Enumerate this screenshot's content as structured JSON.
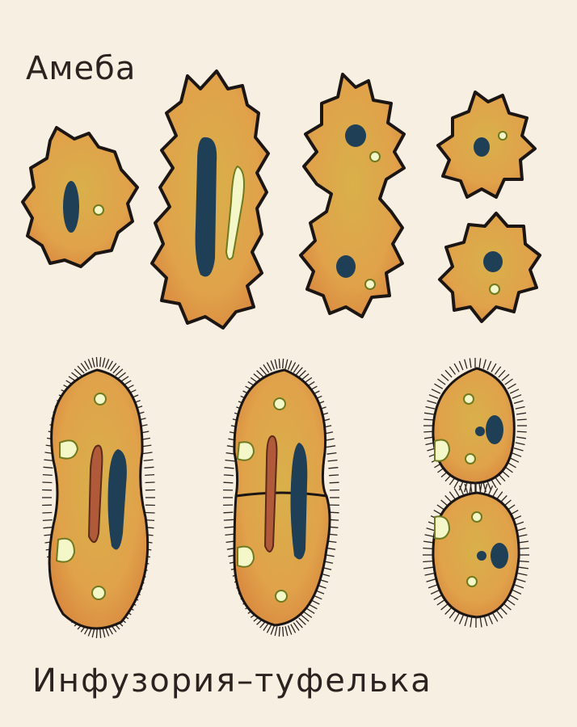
{
  "labels": {
    "amoeba": "Амеба",
    "paramecium": "Инфузория–туфелька"
  },
  "colors": {
    "background": "#f7f0e2",
    "cytoplasm": "#e0a24a",
    "cytoplasm_tint": "#c9a43c",
    "outline": "#1b1614",
    "nucleus": "#1f3f57",
    "vacuole": "#f4f7c8",
    "cilia": "#2a2320"
  },
  "stages": {
    "amoeba": [
      "interphase",
      "nucleus-elongation",
      "constriction",
      "two-daughter-cells"
    ],
    "paramecium": [
      "elongation",
      "transverse-division",
      "two-daughter-cells"
    ]
  }
}
